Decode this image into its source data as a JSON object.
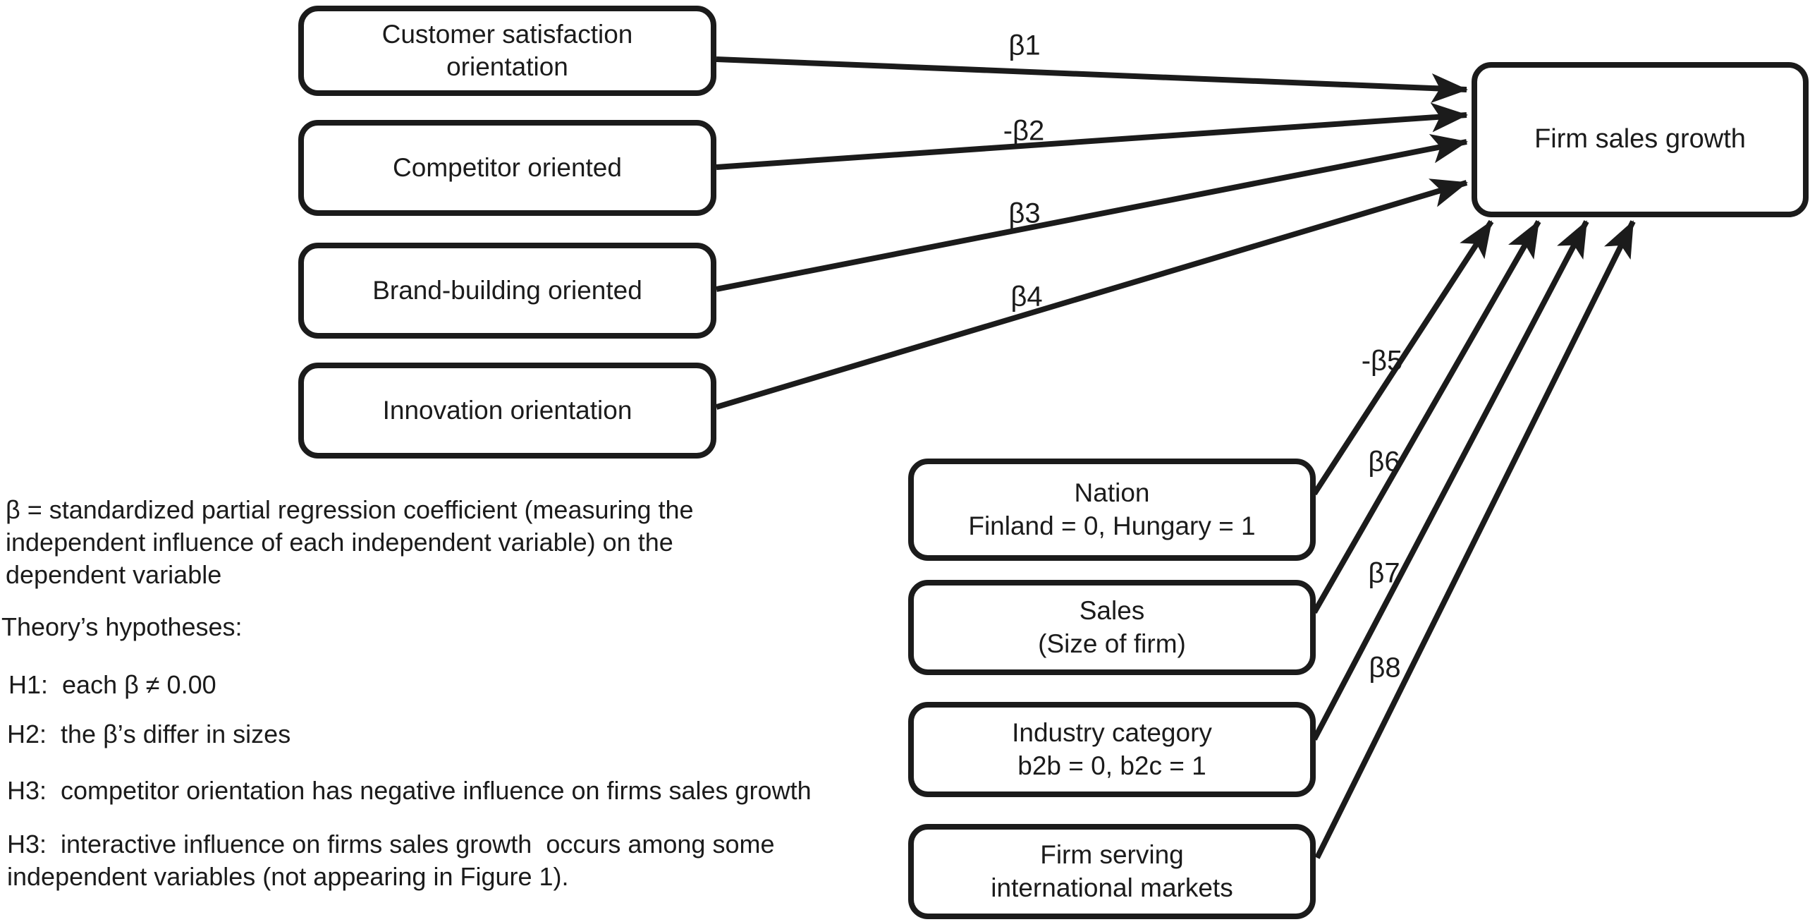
{
  "diagram": {
    "title_semantic": "Regression model of market orientations on firm sales growth",
    "colors": {
      "ink": "#1b1b1b",
      "background": "#ffffff"
    },
    "nodes": {
      "customer": {
        "text": "Customer satisfaction\norientation"
      },
      "competitor": {
        "text": "Competitor oriented"
      },
      "brand": {
        "text": "Brand-building oriented"
      },
      "innovation": {
        "text": "Innovation orientation"
      },
      "outcome": {
        "text": "Firm sales growth"
      },
      "nation": {
        "text": "Nation\nFinland = 0, Hungary = 1"
      },
      "sales": {
        "text": "Sales\n(Size of firm)"
      },
      "industry": {
        "text": "Industry category\nb2b = 0, b2c = 1"
      },
      "international": {
        "text": "Firm serving\ninternational markets"
      }
    },
    "arrow_labels": {
      "b1": "β1",
      "b2": "-β2",
      "b3": "β3",
      "b4": "β4",
      "b5": "-β5",
      "b6": "β6",
      "b7": "β7",
      "b8": "β8"
    },
    "notes": {
      "beta_definition": "β = standardized partial regression coefficient (measuring the\nindependent influence of each independent variable) on the\ndependent variable",
      "hypotheses_title": "Theory’s hypotheses:",
      "h1": "H1:  each β ≠ 0.00",
      "h2": "H2:  the β’s differ in sizes",
      "h3a": "H3:  competitor orientation has negative influence on firms sales growth",
      "h3b": "H3:  interactive influence on firms sales growth  occurs among some\nindependent variables (not appearing in Figure 1)."
    }
  }
}
